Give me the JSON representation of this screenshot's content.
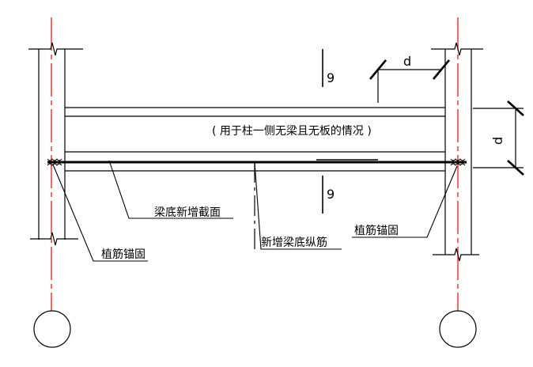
{
  "diagram": {
    "labels": {
      "note": "( 用于柱一侧无梁且无板的情况 )",
      "beam_bottom_section": "梁底新增截面",
      "new_bottom_rebar": "新增梁底纵筋",
      "anchor_left": "植筋锚固",
      "anchor_right": "植筋锚固",
      "section_top": "9",
      "section_bottom": "9",
      "dim_top": "d",
      "dim_right": "d"
    },
    "colors": {
      "line": "#000000",
      "axis": "#ff0000"
    }
  }
}
